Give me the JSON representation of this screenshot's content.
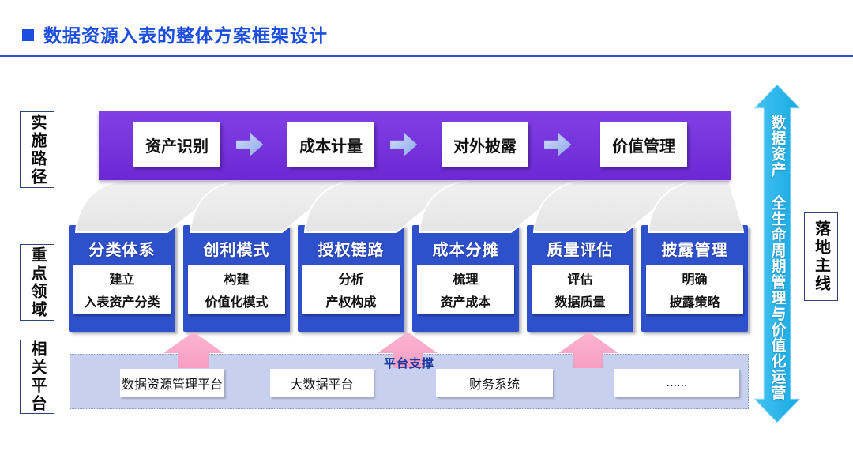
{
  "title": {
    "text": "数据资源入表的整体方案框架设计"
  },
  "side_labels": {
    "path": "实施路径",
    "areas": "重点领域",
    "platforms": "相关平台",
    "mainline": "落地主线"
  },
  "implementation_path": {
    "steps": [
      "资产识别",
      "成本计量",
      "对外披露",
      "价值管理"
    ]
  },
  "key_areas": [
    {
      "title": "分类体系",
      "line1": "建立",
      "line2": "入表资产分类"
    },
    {
      "title": "创利模式",
      "line1": "构建",
      "line2": "价值化模式"
    },
    {
      "title": "授权链路",
      "line1": "分析",
      "line2": "产权构成"
    },
    {
      "title": "成本分摊",
      "line1": "梳理",
      "line2": "资产成本"
    },
    {
      "title": "质量评估",
      "line1": "评估",
      "line2": "数据质量"
    },
    {
      "title": "披露管理",
      "line1": "明确",
      "line2": "披露策略"
    }
  ],
  "platform": {
    "label": "平台支撑",
    "items": [
      "数据资源管理平台",
      "大数据平台",
      "财务系统",
      "......"
    ]
  },
  "lifecycle_arrow": {
    "text": "数据资产 全生命周期管理与价值化运营"
  },
  "colors": {
    "title_blue": "#1B4EE0",
    "divider_blue": "#2B50C8",
    "purple": "#7533DC",
    "key_box_blue": "#2E51CB",
    "pink": "#F9A8C8",
    "cyan": "#28B6EA",
    "platform_bg": "#C7D1EF"
  }
}
